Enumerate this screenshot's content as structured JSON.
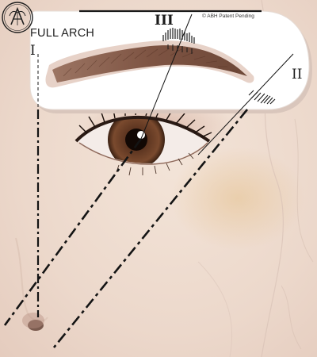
{
  "stencil": {
    "title": "FULL ARCH",
    "patent": "© ABH Patent Pending"
  },
  "guides": {
    "label_1": "I",
    "label_2": "II",
    "label_3": "III"
  },
  "logo": {
    "icon": "abh-crest-icon"
  },
  "colors": {
    "skin": "#eedcd0",
    "stencil": "#ffffff",
    "brow": "#8a5a44",
    "iris": "#6a4028",
    "guide_line": "#141414"
  }
}
